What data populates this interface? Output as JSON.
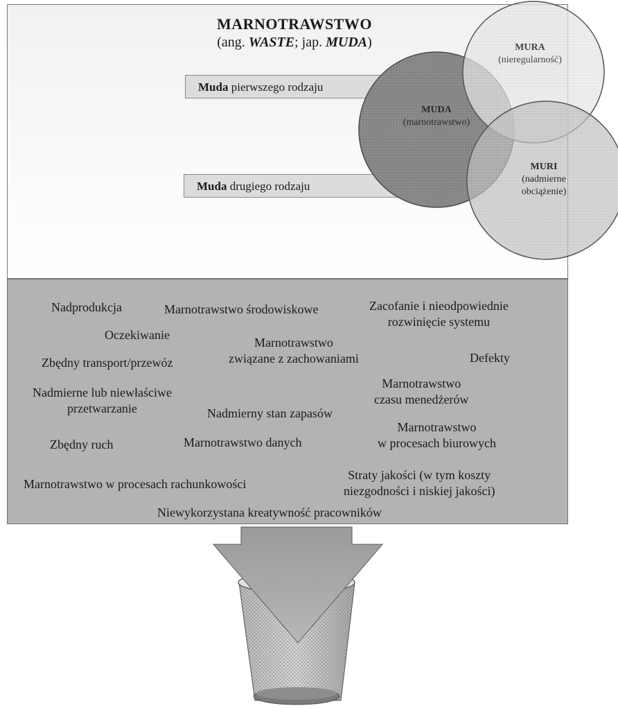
{
  "header": {
    "title": "MARNOTRAWSTWO",
    "subtitle_pre": "(ang. ",
    "subtitle_en": "WASTE",
    "subtitle_mid": "; jap. ",
    "subtitle_jp": "MUDA",
    "subtitle_post": ")"
  },
  "muda_types": [
    {
      "bold": "Muda",
      "rest": " pierwszego rodzaju"
    },
    {
      "bold": "Muda",
      "rest": " drugiego rodzaju"
    }
  ],
  "circles": {
    "mura": {
      "head": "MURA",
      "desc": "(nieregularność)"
    },
    "muda": {
      "head": "MUDA",
      "desc": "(marnotrawstwo)"
    },
    "muri": {
      "head": "MURI",
      "desc_line1": "(nadmierne",
      "desc_line2": "obciążenie)"
    }
  },
  "waste_items": [
    {
      "line1": "Nadprodukcja"
    },
    {
      "line1": "Marnotrawstwo środowiskowe"
    },
    {
      "line1": "Zacofanie i nieodpowiednie",
      "line2": "rozwinięcie systemu"
    },
    {
      "line1": "Oczekiwanie"
    },
    {
      "line1": "Marnotrawstwo",
      "line2": "związane z zachowaniami"
    },
    {
      "line1": "Zbędny transport/przewóz"
    },
    {
      "line1": "Defekty"
    },
    {
      "line1": "Nadmierne lub niewłaściwe",
      "line2": "przetwarzanie"
    },
    {
      "line1": "Marnotrawstwo",
      "line2": "czasu menedżerów"
    },
    {
      "line1": "Nadmierny stan zapasów"
    },
    {
      "line1": "Marnotrawstwo",
      "line2": "w procesach biurowych"
    },
    {
      "line1": "Zbędny ruch"
    },
    {
      "line1": "Marnotrawstwo danych"
    },
    {
      "line1": "Marnotrawstwo w procesach rachunkowości"
    },
    {
      "line1": "Straty jakości (w tym koszty",
      "line2": "niezgodności i niskiej jakości)"
    },
    {
      "line1": "Niewykorzystana kreatywność pracowników"
    }
  ]
}
